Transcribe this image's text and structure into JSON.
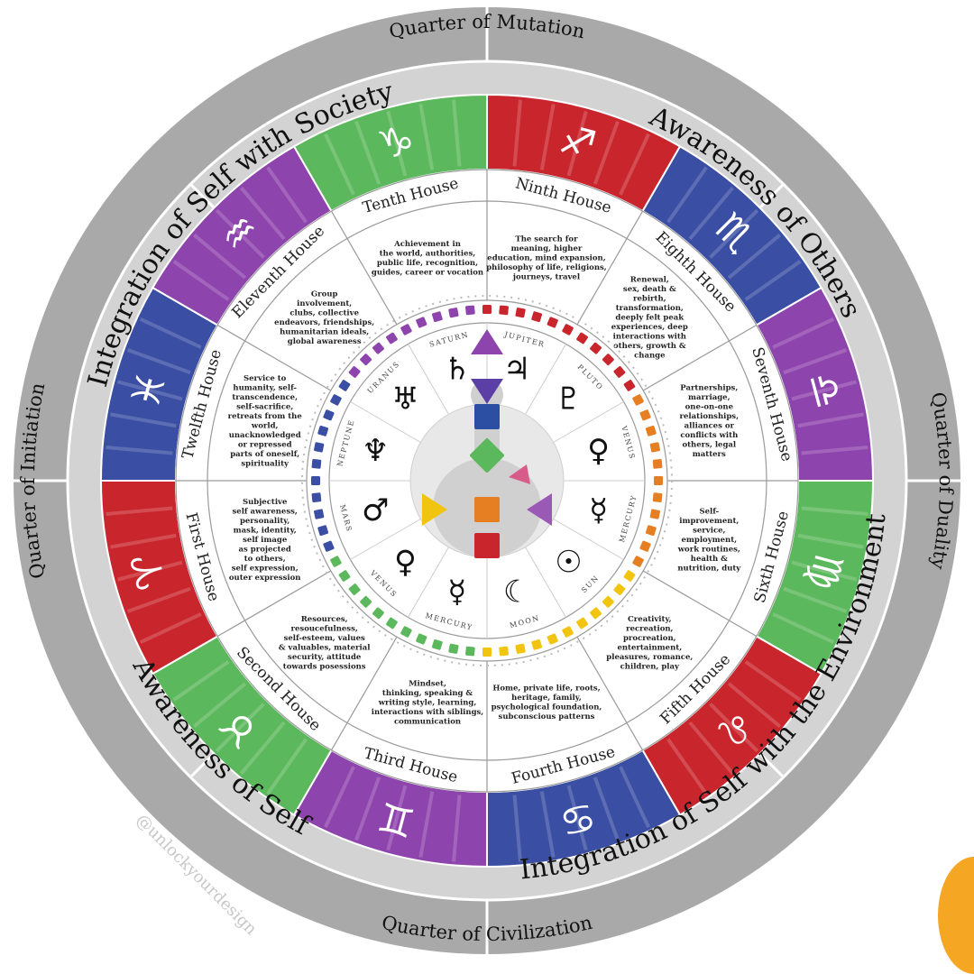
{
  "quarters": [
    {
      "id": "mutation",
      "label": "Quarter of Mutation"
    },
    {
      "id": "duality",
      "label": "Quarter of Duality"
    },
    {
      "id": "civilization",
      "label": "Quarter of Civilization"
    },
    {
      "id": "initiation",
      "label": "Quarter of Initiation"
    }
  ],
  "themes": [
    {
      "id": "society",
      "label": "Integration of Self with Society"
    },
    {
      "id": "others",
      "label": "Awareness of Others"
    },
    {
      "id": "environment",
      "label": "Integration of Self with the Environment"
    },
    {
      "id": "self",
      "label": "Awareness of Self"
    }
  ],
  "signs": [
    {
      "name": "capricorn",
      "glyph": "♑",
      "color": "#5cb85c"
    },
    {
      "name": "sagittarius",
      "glyph": "♐",
      "color": "#c9252c"
    },
    {
      "name": "scorpio",
      "glyph": "♏",
      "color": "#3a4ea3"
    },
    {
      "name": "libra",
      "glyph": "♎",
      "color": "#8e44ad"
    },
    {
      "name": "virgo",
      "glyph": "♍",
      "color": "#5cb85c"
    },
    {
      "name": "leo",
      "glyph": "♌",
      "color": "#c9252c"
    },
    {
      "name": "cancer",
      "glyph": "♋",
      "color": "#3a4ea3"
    },
    {
      "name": "gemini",
      "glyph": "♊",
      "color": "#8e44ad"
    },
    {
      "name": "taurus",
      "glyph": "♉",
      "color": "#5cb85c"
    },
    {
      "name": "aries",
      "glyph": "♈",
      "color": "#c9252c"
    },
    {
      "name": "pisces",
      "glyph": "♓",
      "color": "#3a4ea3"
    },
    {
      "name": "aquarius",
      "glyph": "♒",
      "color": "#8e44ad"
    }
  ],
  "houses": [
    {
      "id": "tenth",
      "name": "Tenth House",
      "desc": [
        "Achievement in",
        "the world, authorities,",
        "public life, recognition,",
        "guides, career or vocation"
      ]
    },
    {
      "id": "ninth",
      "name": "Ninth House",
      "desc": [
        "The search for",
        "meaning, higher",
        "education, mind expansion,",
        "philosophy of life, religions,",
        "journeys, travel"
      ]
    },
    {
      "id": "eighth",
      "name": "Eighth House",
      "desc": [
        "Renewal,",
        "sex, death &",
        "rebirth,",
        "transformation,",
        "deeply felt peak",
        "experiences, deep",
        "interactions with",
        "others, growth &",
        "change"
      ]
    },
    {
      "id": "seventh",
      "name": "Seventh House",
      "desc": [
        "Partnerships,",
        "marriage,",
        "one-on-one",
        "relationships,",
        "alliances or",
        "conflicts with",
        "others, legal",
        "matters"
      ]
    },
    {
      "id": "sixth",
      "name": "Sixth House",
      "desc": [
        "Self-",
        "improvement,",
        "service,",
        "employment,",
        "work routines,",
        "health &",
        "nutrition, duty"
      ]
    },
    {
      "id": "fifth",
      "name": "Fifth House",
      "desc": [
        "Creativity,",
        "recreation,",
        "procreation,",
        "entertainment,",
        "pleasures, romance,",
        "children, play"
      ]
    },
    {
      "id": "fourth",
      "name": "Fourth House",
      "desc": [
        "Home, private life, roots,",
        "heritage, family,",
        "psychological foundation,",
        "subconscious patterns"
      ]
    },
    {
      "id": "third",
      "name": "Third House",
      "desc": [
        "Mindset,",
        "thinking, speaking &",
        "writing style, learning,",
        "interactions with siblings,",
        "communication"
      ]
    },
    {
      "id": "second",
      "name": "Second House",
      "desc": [
        "Resources,",
        "resoucefulness,",
        "self-esteem, values",
        "& valuables, material",
        "security, attitude",
        "towards posessions"
      ]
    },
    {
      "id": "first",
      "name": "First House",
      "desc": [
        "Subjective",
        "self awareness,",
        "personality,",
        "mask, identity,",
        "self image",
        "as projected",
        "to others,",
        "self expression,",
        "outer expression"
      ]
    },
    {
      "id": "twelfth",
      "name": "Twelfth House",
      "desc": [
        "Service to",
        "humanity, self-",
        "transcendence,",
        "self-sacrifice,",
        "retreats from the",
        "world,",
        "unacknowledged",
        "or repressed",
        "parts of oneself,",
        "spirituality"
      ]
    },
    {
      "id": "eleventh",
      "name": "Eleventh House",
      "desc": [
        "Group",
        "involvement,",
        "clubs, collective",
        "endeavors, friendships,",
        "humanitarian ideals,",
        "global awareness"
      ]
    }
  ],
  "planets": [
    {
      "name": "SATURN",
      "glyph": "♄"
    },
    {
      "name": "JUPITER",
      "glyph": "♃"
    },
    {
      "name": "PLUTO",
      "glyph": "♇"
    },
    {
      "name": "VENUS",
      "glyph": "♀"
    },
    {
      "name": "MERCURY",
      "glyph": "☿"
    },
    {
      "name": "SUN",
      "glyph": "☉"
    },
    {
      "name": "MOON",
      "glyph": "☾"
    },
    {
      "name": "MERCURY",
      "glyph": "☿"
    },
    {
      "name": "VENUS",
      "glyph": "♀"
    },
    {
      "name": "MARS",
      "glyph": "♂"
    },
    {
      "name": "NEPTUNE",
      "glyph": "♆"
    },
    {
      "name": "URANUS",
      "glyph": "♅"
    }
  ],
  "watermark": "@unlockyourdesign",
  "colors": {
    "outer_ring": "#a9a9a9",
    "mid_ring": "#d3d3d3",
    "line": "#9a9a9a",
    "text": "#222222"
  }
}
